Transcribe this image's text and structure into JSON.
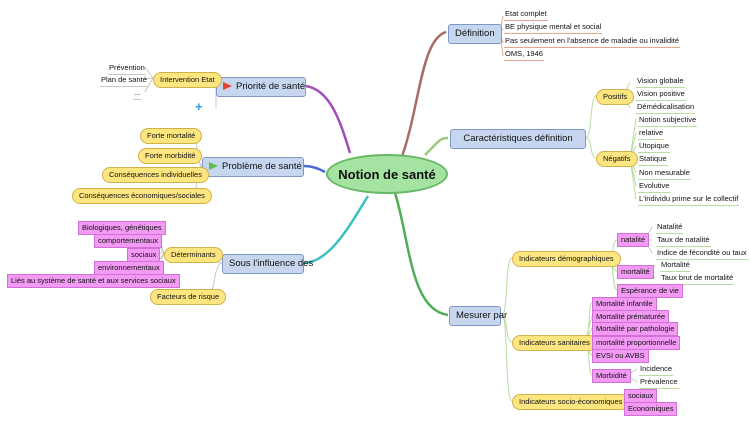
{
  "center": "Notion de santé",
  "colors": {
    "definition": "#a86d66",
    "caracteristiques": "#a0c876",
    "mesurer": "#4fae55",
    "influence": "#3fc0c0",
    "probleme": "#4a6bd4",
    "priorite": "#a24ebb",
    "flag_red": "#e64433",
    "flag_green": "#5cc04a",
    "plus": "#2c9ee0"
  },
  "definition": {
    "label": "Définition",
    "items": [
      "Etat complet",
      "BE physique mental et social",
      "Pas seulement en l'absence de maladie ou invalidité",
      "OMS, 1946"
    ]
  },
  "caracteristiques": {
    "label": "Caractéristiques définition",
    "positifs": {
      "label": "Positifs",
      "items": [
        "Vision globale",
        "Vision positive",
        "Démédicalisation"
      ]
    },
    "negatifs": {
      "label": "Négatifs",
      "items": [
        "Notion subjective",
        "relative",
        "Utopique",
        "Statique",
        "Non mesurable",
        "Evolutive",
        "L'individu prime sur le collectif"
      ]
    }
  },
  "mesurer": {
    "label": "Mesurer par",
    "demo": {
      "label": "Indicateurs démographiques",
      "natalite": {
        "label": "natalité",
        "items": [
          "Natalité",
          "Taux de natalité",
          "Indice de fécondité ou taux"
        ]
      },
      "mortalite": {
        "label": "mortalité",
        "items": [
          "Mortalité",
          "Taux brut de mortalité"
        ]
      },
      "esperance": "Espérance de vie"
    },
    "sanitaires": {
      "label": "Indicateurs sanitaires",
      "items": [
        "Mortalité infantile",
        "Mortalité prématurée",
        "Mortalité par pathologie",
        "mortalité proportionnelle",
        "EVSI ou AVBS"
      ],
      "morbidite": {
        "label": "Morbidité",
        "items": [
          "Incidence",
          "Prévalence"
        ]
      }
    },
    "socio": {
      "label": "Indicateurs socio-économiques",
      "items": [
        "sociaux",
        "Economiques"
      ]
    }
  },
  "influence": {
    "label": "Sous l'influence des",
    "determinants": {
      "label": "Déterminants",
      "items": [
        "Biologiques, génétiques",
        "comportementaux",
        "sociaux",
        "environnementaux",
        "Liés au système de santé et aux services sociaux"
      ]
    },
    "facteurs": "Facteurs de risque"
  },
  "probleme": {
    "label": "Problème de santé",
    "items": [
      "Forte mortalité",
      "Forte morbidité",
      "Conséquences individuelles",
      "Conséquences économiques/sociales"
    ]
  },
  "priorite": {
    "label": "Priorité de santé",
    "intervention": {
      "label": "Intervention Etat",
      "items": [
        "Prévention",
        "Plan de santé",
        "..."
      ]
    },
    "plus_icon": "+"
  }
}
